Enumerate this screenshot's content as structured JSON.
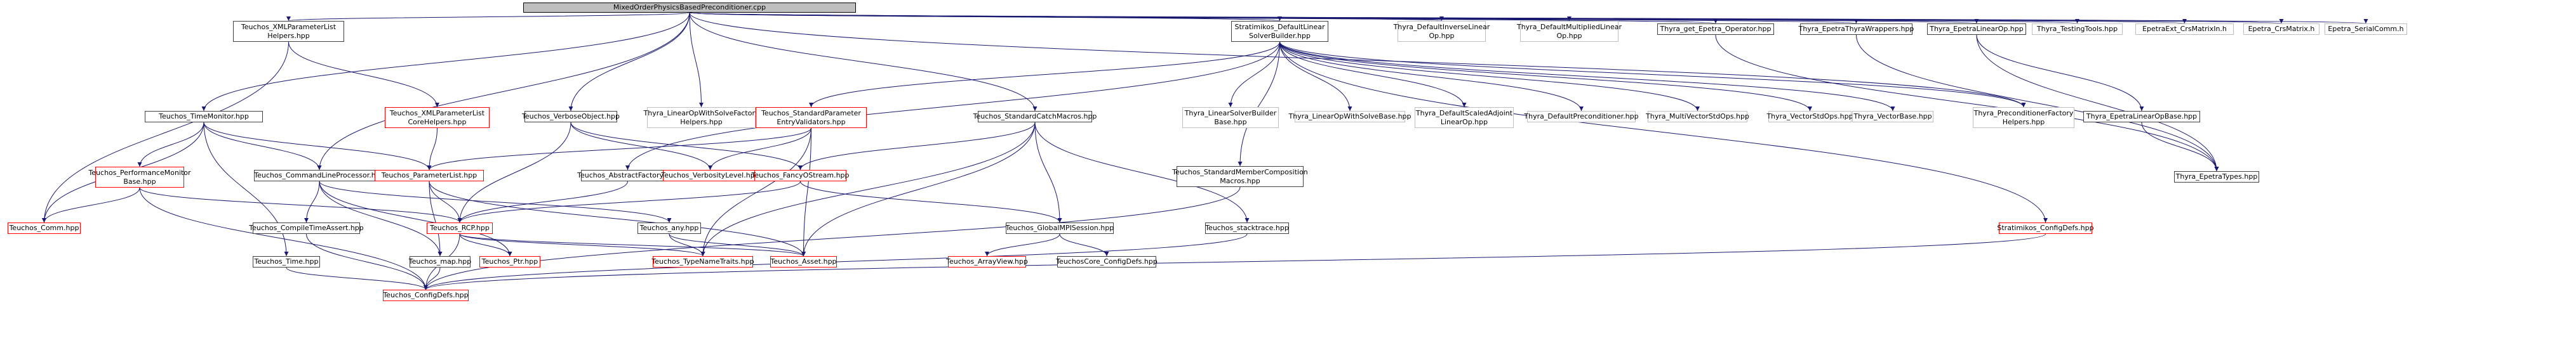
{
  "diagram": {
    "nodes": [
      {
        "id": "root",
        "label": "MixedOrderPhysicsBasedPreconditioner.cpp",
        "style": "root"
      },
      {
        "id": "xmlhelpers",
        "label": "Teuchos_XMLParameterList\nHelpers.hpp",
        "style": "black"
      },
      {
        "id": "defaultlinear",
        "label": "Stratimikos_DefaultLinear\nSolverBuilder.hpp",
        "style": "black"
      },
      {
        "id": "definverse",
        "label": "Thyra_DefaultInverseLinear\nOp.hpp",
        "style": "gray"
      },
      {
        "id": "defmultiplied",
        "label": "Thyra_DefaultMultipliedLinear\nOp.hpp",
        "style": "gray"
      },
      {
        "id": "getepetra",
        "label": "Thyra_get_Epetra_Operator.hpp",
        "style": "black"
      },
      {
        "id": "epetrathyrawrappers",
        "label": "Thyra_EpetraThyraWrappers.hpp",
        "style": "black"
      },
      {
        "id": "epetralinearop",
        "label": "Thyra_EpetraLinearOp.hpp",
        "style": "black"
      },
      {
        "id": "testingtools",
        "label": "Thyra_TestingTools.hpp",
        "style": "gray"
      },
      {
        "id": "crsmatrixin",
        "label": "EpetraExt_CrsMatrixIn.h",
        "style": "gray"
      },
      {
        "id": "crsmatrix",
        "label": "Epetra_CrsMatrix.h",
        "style": "gray"
      },
      {
        "id": "serialcomm",
        "label": "Epetra_SerialComm.h",
        "style": "gray"
      },
      {
        "id": "timemonitor",
        "label": "Teuchos_TimeMonitor.hpp",
        "style": "black"
      },
      {
        "id": "xmlcorehelpers",
        "label": "Teuchos_XMLParameterList\nCoreHelpers.hpp",
        "style": "red"
      },
      {
        "id": "verboseobject",
        "label": "Teuchos_VerboseObject.hpp",
        "style": "black"
      },
      {
        "id": "linearopwithsolvefactory",
        "label": "Thyra_LinearOpWithSolveFactory\nHelpers.hpp",
        "style": "gray"
      },
      {
        "id": "stdparamentry",
        "label": "Teuchos_StandardParameter\nEntryValidators.hpp",
        "style": "red"
      },
      {
        "id": "stdcatchmacros",
        "label": "Teuchos_StandardCatchMacros.hpp",
        "style": "black"
      },
      {
        "id": "linearsolverbuilderbase",
        "label": "Thyra_LinearSolverBuilder\nBase.hpp",
        "style": "gray"
      },
      {
        "id": "linearopwithsolvebase",
        "label": "Thyra_LinearOpWithSolveBase.hpp",
        "style": "gray"
      },
      {
        "id": "defaultscaledadjoint",
        "label": "Thyra_DefaultScaledAdjoint\nLinearOp.hpp",
        "style": "gray"
      },
      {
        "id": "defaultpreconditioner",
        "label": "Thyra_DefaultPreconditioner.hpp",
        "style": "gray"
      },
      {
        "id": "multivectorstdops",
        "label": "Thyra_MultiVectorStdOps.hpp",
        "style": "gray"
      },
      {
        "id": "vectorstdops",
        "label": "Thyra_VectorStdOps.hpp",
        "style": "gray"
      },
      {
        "id": "vectorbase",
        "label": "Thyra_VectorBase.hpp",
        "style": "gray"
      },
      {
        "id": "preconditionerfactory",
        "label": "Thyra_PreconditionerFactory\nHelpers.hpp",
        "style": "gray"
      },
      {
        "id": "epetralinearopbase",
        "label": "Thyra_EpetraLinearOpBase.hpp",
        "style": "black"
      },
      {
        "id": "perfmonitor",
        "label": "Teuchos_PerformanceMonitor\nBase.hpp",
        "style": "red"
      },
      {
        "id": "cmdlineprocessor",
        "label": "Teuchos_CommandLineProcessor.hpp",
        "style": "black"
      },
      {
        "id": "parameterlist",
        "label": "Teuchos_ParameterList.hpp",
        "style": "red"
      },
      {
        "id": "abstractfactory",
        "label": "Teuchos_AbstractFactory.hpp",
        "style": "black"
      },
      {
        "id": "verbositylevel",
        "label": "Teuchos_VerbosityLevel.hpp",
        "style": "red"
      },
      {
        "id": "fancyostream",
        "label": "Teuchos_FancyOStream.hpp",
        "style": "red"
      },
      {
        "id": "stdmembercomposition",
        "label": "Teuchos_StandardMemberComposition\nMacros.hpp",
        "style": "black"
      },
      {
        "id": "epetratypes",
        "label": "Thyra_EpetraTypes.hpp",
        "style": "black"
      },
      {
        "id": "comm",
        "label": "Teuchos_Comm.hpp",
        "style": "red"
      },
      {
        "id": "compiletimeassert",
        "label": "Teuchos_CompileTimeAssert.hpp",
        "style": "black"
      },
      {
        "id": "rcp",
        "label": "Teuchos_RCP.hpp",
        "style": "red"
      },
      {
        "id": "any",
        "label": "Teuchos_any.hpp",
        "style": "black"
      },
      {
        "id": "globalmpisession",
        "label": "Teuchos_GlobalMPISession.hpp",
        "style": "black"
      },
      {
        "id": "stacktrace",
        "label": "Teuchos_stacktrace.hpp",
        "style": "black"
      },
      {
        "id": "configdefs_strat",
        "label": "Stratimikos_ConfigDefs.hpp",
        "style": "red"
      },
      {
        "id": "time",
        "label": "Teuchos_Time.hpp",
        "style": "black"
      },
      {
        "id": "map",
        "label": "Teuchos_map.hpp",
        "style": "black"
      },
      {
        "id": "ptr",
        "label": "Teuchos_Ptr.hpp",
        "style": "red"
      },
      {
        "id": "typenametraits",
        "label": "Teuchos_TypeNameTraits.hpp",
        "style": "red"
      },
      {
        "id": "asset",
        "label": "Teuchos_Asset.hpp",
        "style": "red"
      },
      {
        "id": "arrayview",
        "label": "Teuchos_ArrayView.hpp",
        "style": "red"
      },
      {
        "id": "coreconfigdefs",
        "label": "TeuchosCore_ConfigDefs.hpp",
        "style": "black"
      },
      {
        "id": "configdefs",
        "label": "Teuchos_ConfigDefs.hpp",
        "style": "red"
      }
    ],
    "edges": [
      [
        "root",
        "xmlhelpers"
      ],
      [
        "root",
        "defaultlinear"
      ],
      [
        "root",
        "definverse"
      ],
      [
        "root",
        "defmultiplied"
      ],
      [
        "root",
        "getepetra"
      ],
      [
        "root",
        "epetrathyrawrappers"
      ],
      [
        "root",
        "epetralinearop"
      ],
      [
        "root",
        "testingtools"
      ],
      [
        "root",
        "crsmatrixin"
      ],
      [
        "root",
        "crsmatrix"
      ],
      [
        "root",
        "serialcomm"
      ],
      [
        "root",
        "timemonitor"
      ],
      [
        "root",
        "verboseobject"
      ],
      [
        "root",
        "linearopwithsolvefactory"
      ],
      [
        "root",
        "stdcatchmacros"
      ],
      [
        "root",
        "cmdlineprocessor"
      ],
      [
        "root",
        "preconditionerfactory"
      ],
      [
        "xmlhelpers",
        "xmlcorehelpers"
      ],
      [
        "xmlhelpers",
        "comm"
      ],
      [
        "xmlcorehelpers",
        "parameterlist"
      ],
      [
        "defaultlinear",
        "stdparamentry"
      ],
      [
        "defaultlinear",
        "linearsolverbuilderbase"
      ],
      [
        "defaultlinear",
        "linearopwithsolvebase"
      ],
      [
        "defaultlinear",
        "defaultscaledadjoint"
      ],
      [
        "defaultlinear",
        "defaultpreconditioner"
      ],
      [
        "defaultlinear",
        "multivectorstdops"
      ],
      [
        "defaultlinear",
        "vectorstdops"
      ],
      [
        "defaultlinear",
        "vectorbase"
      ],
      [
        "defaultlinear",
        "preconditionerfactory"
      ],
      [
        "defaultlinear",
        "stdmembercomposition"
      ],
      [
        "defaultlinear",
        "configdefs_strat"
      ],
      [
        "defaultlinear",
        "abstractfactory"
      ],
      [
        "getepetra",
        "epetratypes"
      ],
      [
        "epetrathyrawrappers",
        "epetratypes"
      ],
      [
        "epetralinearop",
        "epetralinearopbase"
      ],
      [
        "epetralinearop",
        "epetratypes"
      ],
      [
        "epetralinearopbase",
        "epetratypes"
      ],
      [
        "timemonitor",
        "perfmonitor"
      ],
      [
        "timemonitor",
        "comm"
      ],
      [
        "timemonitor",
        "cmdlineprocessor"
      ],
      [
        "timemonitor",
        "parameterlist"
      ],
      [
        "timemonitor",
        "time"
      ],
      [
        "perfmonitor",
        "comm"
      ],
      [
        "perfmonitor",
        "rcp"
      ],
      [
        "perfmonitor",
        "configdefs"
      ],
      [
        "verboseobject",
        "verbositylevel"
      ],
      [
        "verboseobject",
        "fancyostream"
      ],
      [
        "verboseobject",
        "rcp"
      ],
      [
        "stdparamentry",
        "parameterlist"
      ],
      [
        "stdparamentry",
        "verbositylevel"
      ],
      [
        "stdparamentry",
        "typenametraits"
      ],
      [
        "stdparamentry",
        "asset"
      ],
      [
        "stdcatchmacros",
        "fancyostream"
      ],
      [
        "stdcatchmacros",
        "globalmpisession"
      ],
      [
        "stdcatchmacros",
        "stacktrace"
      ],
      [
        "stdcatchmacros",
        "typenametraits"
      ],
      [
        "stdcatchmacros",
        "asset"
      ],
      [
        "cmdlineprocessor",
        "parameterlist"
      ],
      [
        "cmdlineprocessor",
        "compiletimeassert"
      ],
      [
        "cmdlineprocessor",
        "map"
      ],
      [
        "cmdlineprocessor",
        "ptr"
      ],
      [
        "cmdlineprocessor",
        "any"
      ],
      [
        "parameterlist",
        "rcp"
      ],
      [
        "parameterlist",
        "map"
      ],
      [
        "parameterlist",
        "asset"
      ],
      [
        "abstractfactory",
        "rcp"
      ],
      [
        "fancyostream",
        "rcp"
      ],
      [
        "fancyostream",
        "globalmpisession"
      ],
      [
        "rcp",
        "ptr"
      ],
      [
        "rcp",
        "typenametraits"
      ],
      [
        "rcp",
        "asset"
      ],
      [
        "rcp",
        "configdefs"
      ],
      [
        "any",
        "typenametraits"
      ],
      [
        "any",
        "asset"
      ],
      [
        "globalmpisession",
        "arrayview"
      ],
      [
        "globalmpisession",
        "coreconfigdefs"
      ],
      [
        "stacktrace",
        "configdefs"
      ],
      [
        "stdmembercomposition",
        "configdefs"
      ],
      [
        "configdefs_strat",
        "configdefs"
      ],
      [
        "time",
        "configdefs"
      ],
      [
        "map",
        "configdefs"
      ],
      [
        "compiletimeassert",
        "configdefs"
      ]
    ]
  }
}
